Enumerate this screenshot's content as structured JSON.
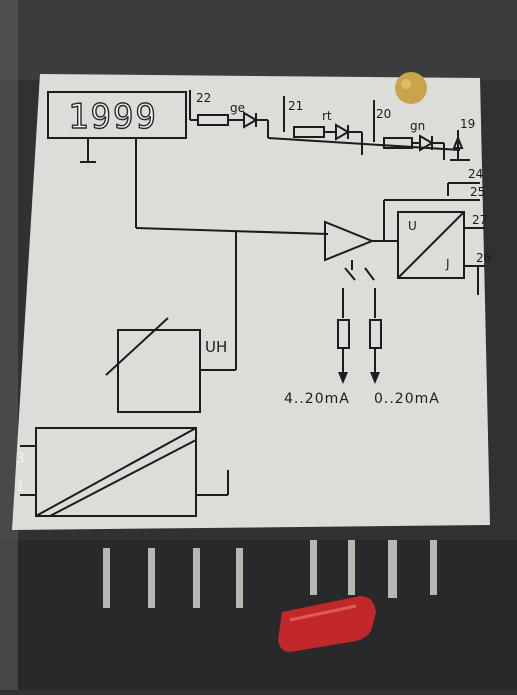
{
  "display": {
    "value": "1999"
  },
  "terminals": {
    "t22": "22",
    "t21": "21",
    "t20": "20",
    "t19": "19",
    "t24": "24",
    "t25": "25",
    "t27": "27",
    "t26": "26",
    "t3": "3",
    "t1": "1"
  },
  "leds": {
    "yellow": "ge",
    "red": "rt",
    "green": "gn"
  },
  "converter": {
    "u": "U",
    "j": "J"
  },
  "heater": {
    "label": "UH"
  },
  "outputs": {
    "left": "4..20mA",
    "right": "0..20mA"
  },
  "colors": {
    "housing": "#2f3133",
    "label_paper": "#dcdcd8",
    "ink": "#1c1c1c",
    "red_cap": "#c0282a",
    "brass_screw": "#c9a44a"
  }
}
